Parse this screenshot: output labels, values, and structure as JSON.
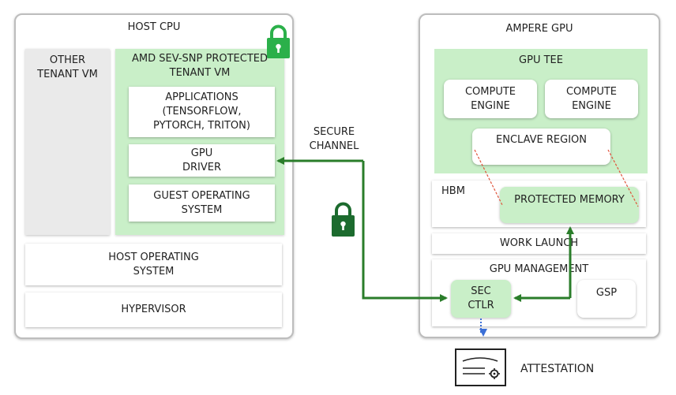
{
  "host": {
    "title": "HOST CPU",
    "other_vm": "OTHER\nTENANT VM",
    "protected_vm": "AMD SEV-SNP PROTECTED\nTENANT VM",
    "applications": "APPLICATIONS\n(TENSORFLOW,\nPYTORCH, TRITON)",
    "gpu_driver": "GPU\nDRIVER",
    "guest_os": "GUEST OPERATING\nSYSTEM",
    "host_os": "HOST OPERATING\nSYSTEM",
    "hypervisor": "HYPERVISOR"
  },
  "channel": {
    "label": "SECURE\nCHANNEL"
  },
  "gpu": {
    "title": "AMPERE GPU",
    "tee": "GPU TEE",
    "compute_engine_1": "COMPUTE\nENGINE",
    "compute_engine_2": "COMPUTE\nENGINE",
    "enclave": "ENCLAVE REGION",
    "hbm": "HBM",
    "protected_memory": "PROTECTED MEMORY",
    "work_launch": "WORK LAUNCH",
    "gpu_management": "GPU MANAGEMENT",
    "sec_ctlr": "SEC\nCTLR",
    "gsp": "GSP"
  },
  "attestation": {
    "label": "ATTESTATION"
  },
  "colors": {
    "lock_light": "#2bb04a",
    "lock_dark": "#1c6b2e",
    "arrow": "#2a7d2a",
    "green_fill": "#c9efc8",
    "dashed_red": "#e0523a",
    "attest_arrow": "#3b6fd6"
  }
}
